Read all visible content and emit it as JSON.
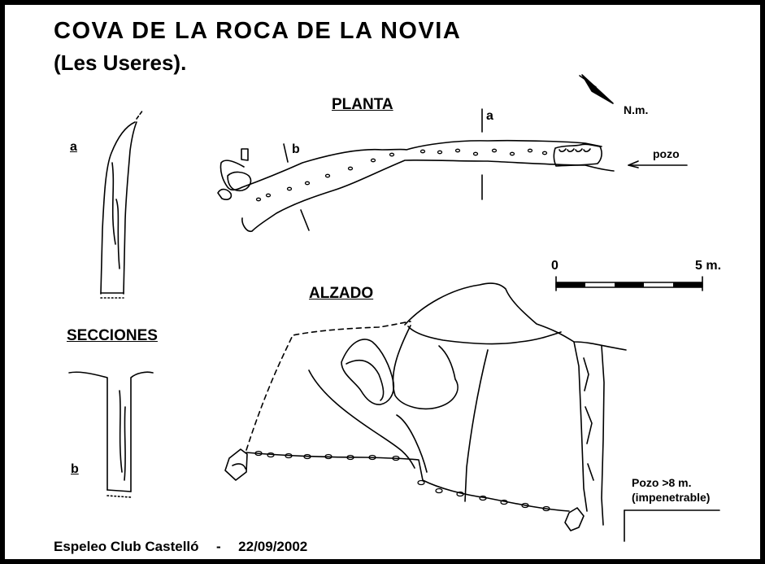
{
  "title": {
    "line1": "COVA DE LA ROCA DE LA NOVIA",
    "line2": "(Les Useres)."
  },
  "labels": {
    "plan": "PLANTA",
    "elevation": "ALZADO",
    "sections": "SECCIONES",
    "section_a": "a",
    "section_b": "b",
    "plan_marker_a": "a",
    "plan_marker_b": "b",
    "north": "N.m.",
    "pozo_arrow": "pozo",
    "pozo_note_1": "Pozo >8 m.",
    "pozo_note_2": "(impenetrable)"
  },
  "scale_bar": {
    "start": "0",
    "end": "5 m.",
    "segments": 5
  },
  "footer": {
    "club": "Espeleo Club Castelló",
    "separator": "-",
    "date": "22/09/2002"
  }
}
